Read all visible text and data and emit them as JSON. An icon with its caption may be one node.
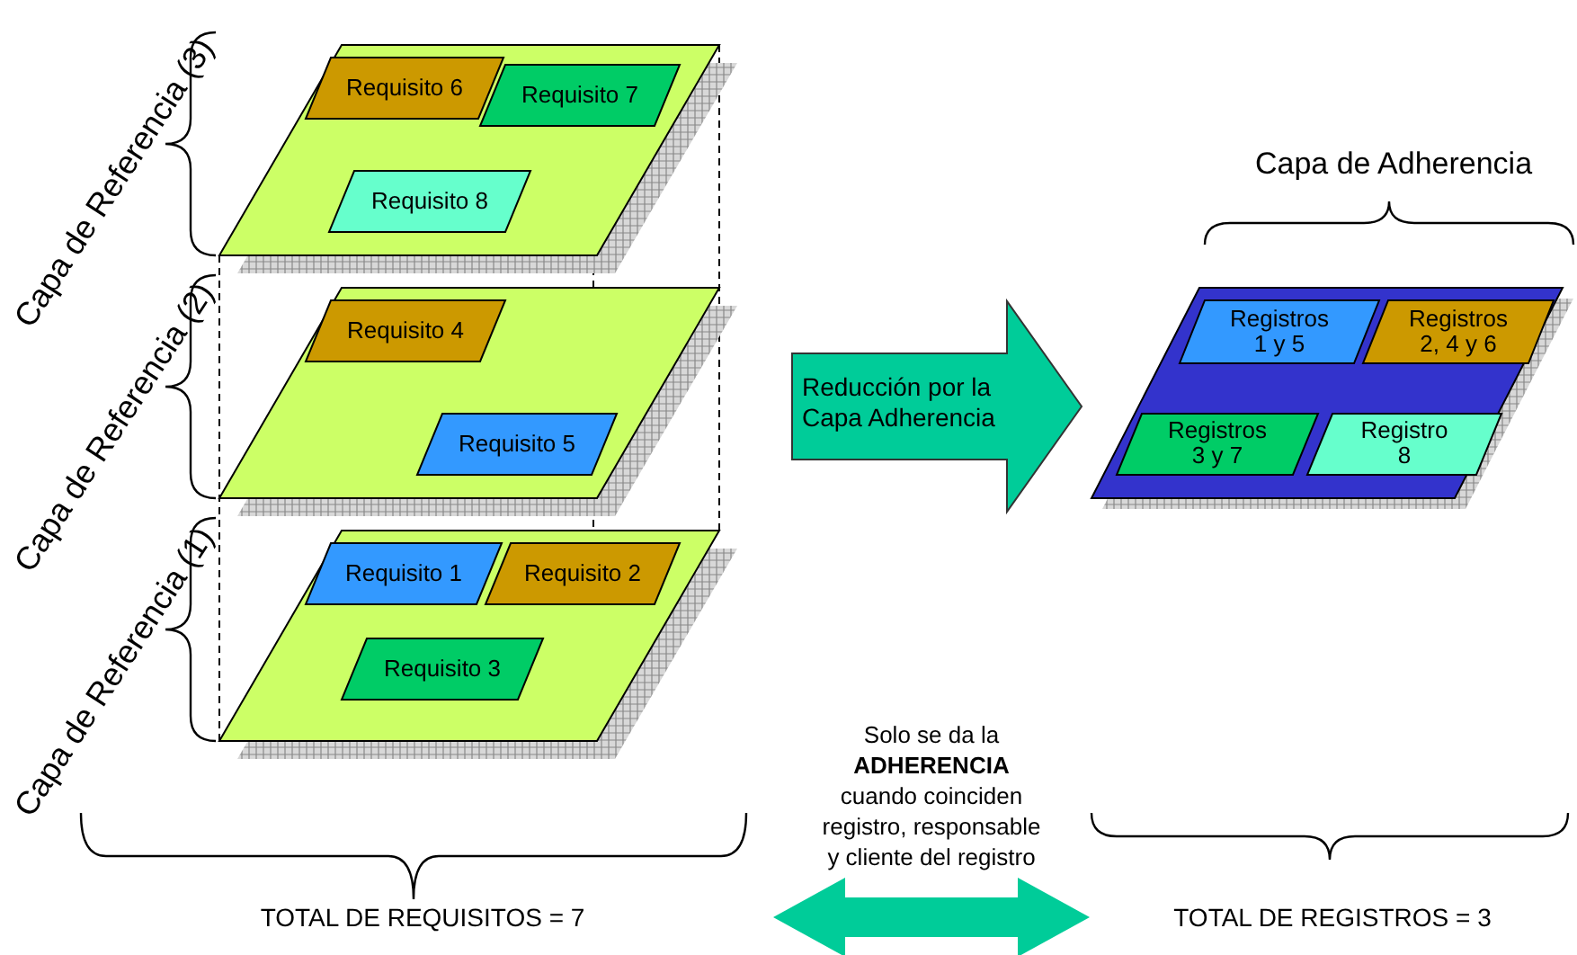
{
  "diagram": {
    "nodes": [
      {
        "text": [],
        "shape": "parallelogram",
        "beside": [
          "Capa de Referencia (3)"
        ]
      },
      {
        "text": [
          "Requisito 6"
        ],
        "in": 0
      },
      {
        "text": [
          "Requisito 7"
        ],
        "in": 0
      },
      {
        "text": [
          "Requisito 8"
        ],
        "in": 0
      },
      {
        "text": [],
        "shape": "parallelogram",
        "beside": [
          "Capa de Referencia (2)"
        ]
      },
      {
        "text": [
          "Requisito 4"
        ],
        "in": 4
      },
      {
        "text": [
          "Requisito 5"
        ],
        "in": 4
      },
      {
        "text": [],
        "shape": "parallelogram",
        "beside": [
          "Capa de Referencia (1)"
        ]
      },
      {
        "text": [
          "Requisito 1"
        ],
        "in": 7
      },
      {
        "text": [
          "Requisito 2"
        ],
        "in": 7
      },
      {
        "text": [
          "Requisito 3"
        ],
        "in": 7
      },
      {
        "text": [
          "Reducción por la Capa Adherencia"
        ]
      },
      {
        "text": [],
        "shape": "parallelogram",
        "beside": [
          "Capa de Adherencia"
        ]
      },
      {
        "text": [
          "Registros 1 y 5"
        ],
        "in": 12
      },
      {
        "text": [
          "Registros 2, 4 y 6"
        ],
        "in": 12
      },
      {
        "text": [
          "Registros 3 y 7"
        ],
        "in": 12
      },
      {
        "text": [
          "Registro 8"
        ],
        "in": 12
      },
      {
        "text": [
          "TOTAL DE REQUISITOS = 7"
        ]
      },
      {
        "text": [
          "TOTAL DE REGISTROS = 3"
        ]
      }
    ],
    "edges": [
      {
        "from": 17,
        "to": 18,
        "arrow": "both",
        "label": "Solo se da la **ADHERENCIA** cuando coinciden registro, responsable y cliente del registro"
      }
    ]
  }
}
